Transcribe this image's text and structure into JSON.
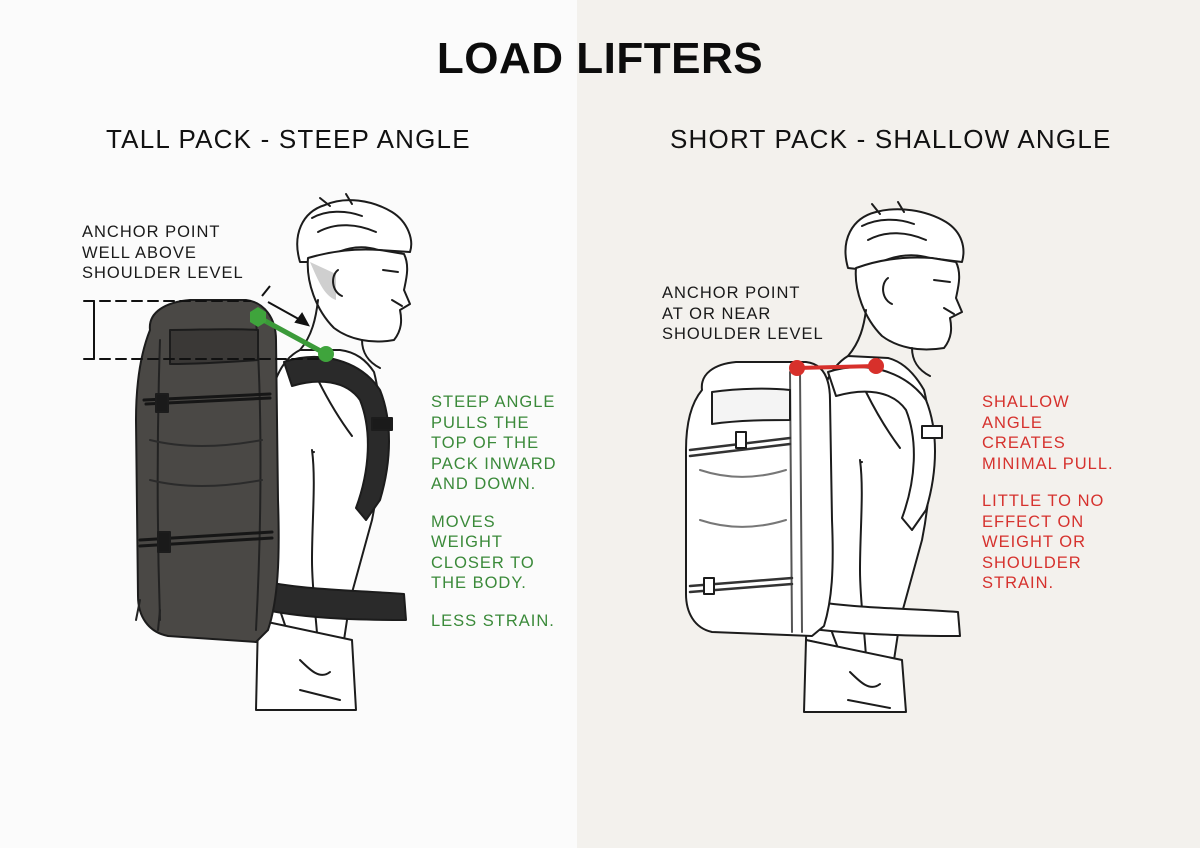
{
  "title": "LOAD LIFTERS",
  "colors": {
    "green": "#3b8a3a",
    "red": "#d6322e",
    "left_bg": "#fbfbfb",
    "right_bg": "#f3f1ed"
  },
  "left": {
    "heading": "TALL PACK - STEEP ANGLE",
    "anchor_note": [
      "ANCHOR POINT",
      "WELL ABOVE",
      "SHOULDER LEVEL"
    ],
    "effect_note": [
      "STEEP ANGLE",
      "PULLS THE",
      "TOP OF THE",
      "PACK INWARD",
      "AND DOWN."
    ],
    "weight_note": [
      "MOVES",
      "WEIGHT",
      "CLOSER TO",
      "THE BODY."
    ],
    "strain_note": [
      "LESS STRAIN."
    ]
  },
  "right": {
    "heading": "SHORT PACK - SHALLOW ANGLE",
    "anchor_note": [
      "ANCHOR POINT",
      "AT OR NEAR",
      "SHOULDER LEVEL"
    ],
    "effect_note": [
      "SHALLOW",
      "ANGLE",
      "CREATES",
      "MINIMAL PULL."
    ],
    "weight_note": [
      "LITTLE TO NO",
      "EFFECT ON",
      "WEIGHT OR",
      "SHOULDER",
      "STRAIN."
    ]
  },
  "icons": [
    "hiker-with-tall-pack-illustration",
    "hiker-with-short-pack-illustration",
    "load-lifter-strap-icon",
    "pull-direction-arrow-icon"
  ]
}
